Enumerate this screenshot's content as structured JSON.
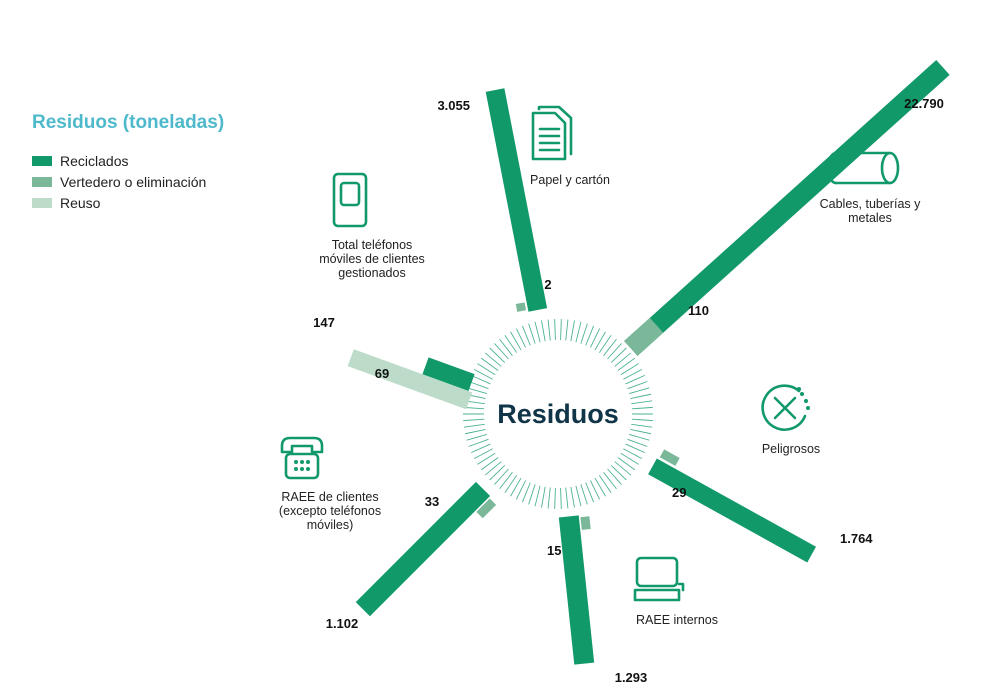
{
  "chart_data": {
    "type": "radial-bar",
    "title": "Residuos (toneladas)",
    "center_label": "Residuos",
    "legend": [
      {
        "name": "Reciclados",
        "color": "#12996a"
      },
      {
        "name": "Vertedero o eliminación",
        "color": "#7ab899"
      },
      {
        "name": "Reuso",
        "color": "#bcdcc9"
      }
    ],
    "categories": [
      {
        "name": "Papel y cartón",
        "icon": "paper-document-icon",
        "values": [
          {
            "series": "Reciclados",
            "value": 3055,
            "label": "3.055"
          },
          {
            "series": "Vertedero o eliminación",
            "value": 2,
            "label": "2"
          }
        ]
      },
      {
        "name": "Cables, tuberías y metales",
        "icon": "pipe-cylinder-icon",
        "values": [
          {
            "series": "Reciclados",
            "value": 22790,
            "label": "22.790"
          },
          {
            "series": "Vertedero o eliminación",
            "value": 110,
            "label": "110"
          }
        ]
      },
      {
        "name": "Peligrosos",
        "icon": "hazard-icon",
        "values": [
          {
            "series": "Reciclados",
            "value": 1764,
            "label": "1.764"
          },
          {
            "series": "Vertedero o eliminación",
            "value": 29,
            "label": "29"
          }
        ]
      },
      {
        "name": "RAEE internos",
        "icon": "computer-icon",
        "values": [
          {
            "series": "Reciclados",
            "value": 1293,
            "label": "1.293"
          },
          {
            "series": "Vertedero o eliminación",
            "value": 15,
            "label": "15"
          }
        ]
      },
      {
        "name": "RAEE de clientes (excepto teléfonos móviles)",
        "icon": "telephone-icon",
        "values": [
          {
            "series": "Reciclados",
            "value": 1102,
            "label": "1.102"
          },
          {
            "series": "Vertedero o eliminación",
            "value": 33,
            "label": "33"
          }
        ]
      },
      {
        "name": "Total teléfonos móviles de clientes gestionados",
        "icon": "mobile-phone-icon",
        "values": [
          {
            "series": "Reciclados",
            "value": 69,
            "label": "69"
          },
          {
            "series": "Reuso",
            "value": 147,
            "label": "147"
          }
        ]
      }
    ]
  }
}
